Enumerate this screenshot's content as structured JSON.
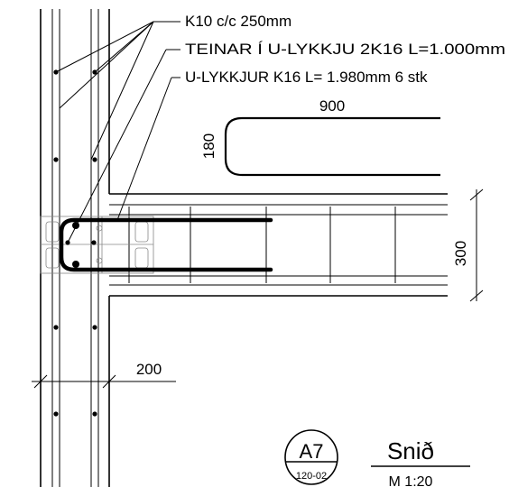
{
  "labels": {
    "stirrups": "K10 c/c 250mm",
    "ubar_rods": "TEINAR Í U-LYKKJU 2K16 L=1.000mm",
    "ubars": "U-LYKKJUR K16 L= 1.980mm 6 stk"
  },
  "dimensions": {
    "ubar_length": "900",
    "ubar_height": "180",
    "slab_thickness": "300",
    "wall_thickness": "200"
  },
  "title_block": {
    "detail_id": "A7",
    "sheet_ref": "120-02",
    "title": "Snið",
    "scale": "M 1:20"
  }
}
